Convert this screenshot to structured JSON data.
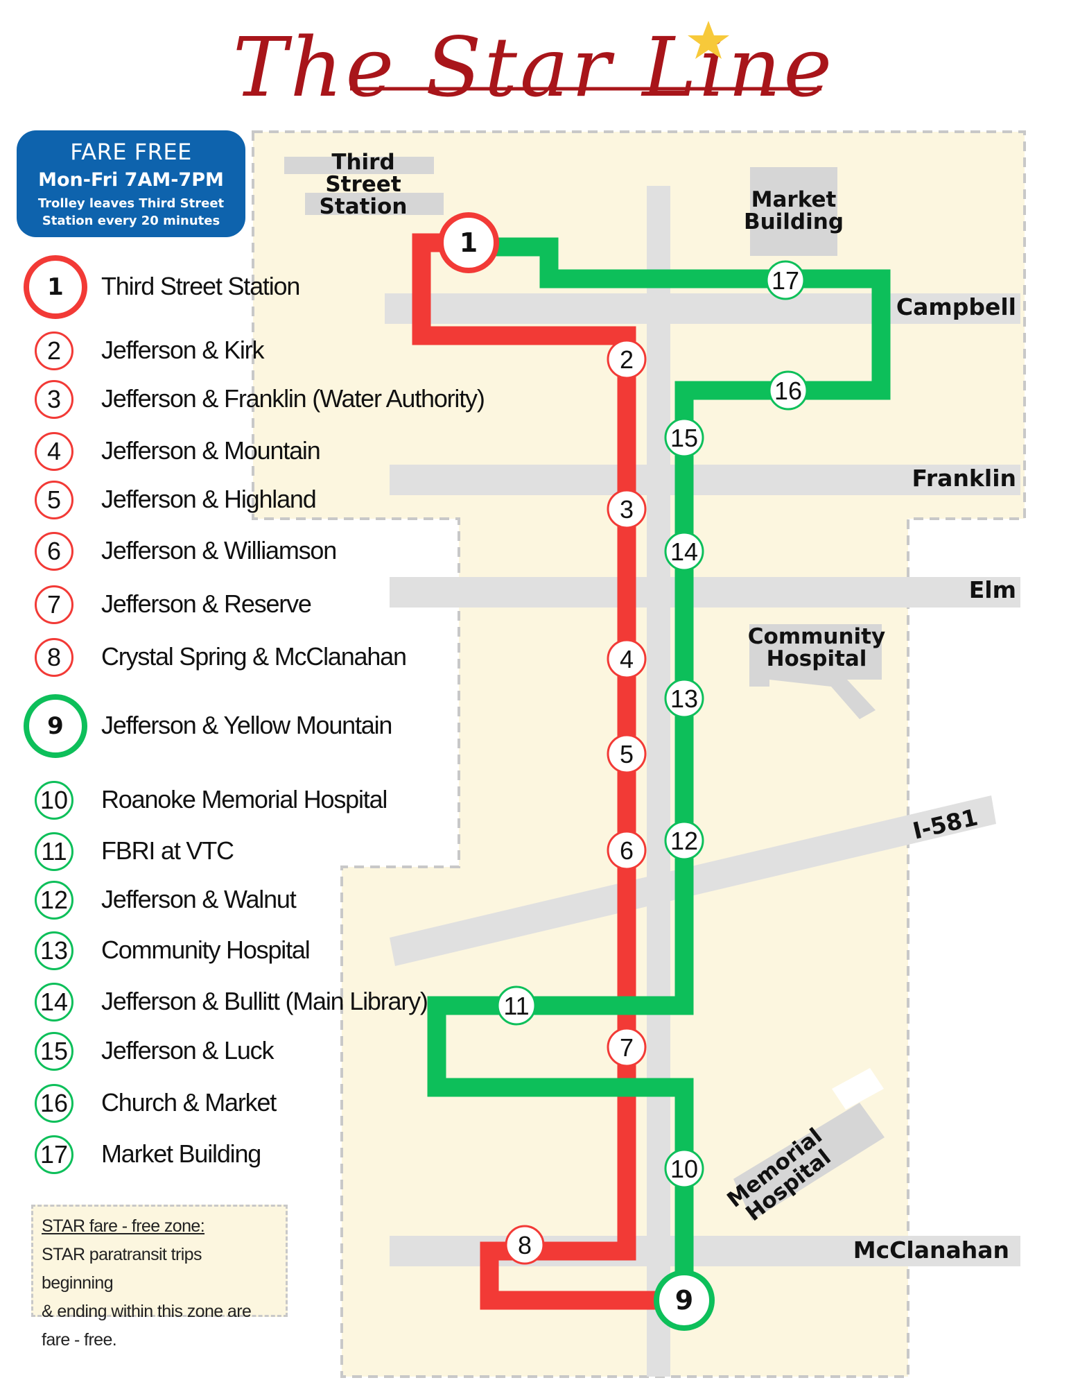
{
  "title": "The Star Line",
  "colors": {
    "red_route": "#f23a36",
    "green_route": "#0dbf5a",
    "zone_fill": "#fcf6df",
    "road": "#e0e0e0",
    "fare_box": "#0e63ad",
    "star": "#f7c93a",
    "title": "#a8151a"
  },
  "fare_box": {
    "line1": "FARE FREE",
    "line2": "Mon-Fri  7AM-7PM",
    "line3a": "Trolley leaves Third Street",
    "line3b": "Station every 20 minutes"
  },
  "roads": {
    "campbell": "Campbell",
    "franklin": "Franklin",
    "elm": "Elm",
    "mcclanahan": "McClanahan",
    "i581": "I-581"
  },
  "buildings": {
    "third_street_1": "Third",
    "third_street_2": "Street",
    "third_street_3": "Station",
    "market_1": "Market",
    "market_2": "Building",
    "community_1": "Community",
    "community_2": "Hospital",
    "memorial_1": "Memorial",
    "memorial_2": "Hospital"
  },
  "stops": [
    {
      "num": "1",
      "name": "Third Street Station",
      "route": "red",
      "hub": true
    },
    {
      "num": "2",
      "name": "Jefferson & Kirk",
      "route": "red"
    },
    {
      "num": "3",
      "name": "Jefferson & Franklin (Water Authority)",
      "route": "red"
    },
    {
      "num": "4",
      "name": "Jefferson & Mountain",
      "route": "red"
    },
    {
      "num": "5",
      "name": "Jefferson & Highland",
      "route": "red"
    },
    {
      "num": "6",
      "name": "Jefferson & Williamson",
      "route": "red"
    },
    {
      "num": "7",
      "name": "Jefferson & Reserve",
      "route": "red"
    },
    {
      "num": "8",
      "name": "Crystal Spring & McClanahan",
      "route": "red"
    },
    {
      "num": "9",
      "name": "Jefferson & Yellow Mountain",
      "route": "green",
      "hub": true
    },
    {
      "num": "10",
      "name": "Roanoke Memorial Hospital",
      "route": "green"
    },
    {
      "num": "11",
      "name": "FBRI at VTC",
      "route": "green"
    },
    {
      "num": "12",
      "name": "Jefferson & Walnut",
      "route": "green"
    },
    {
      "num": "13",
      "name": "Community Hospital",
      "route": "green"
    },
    {
      "num": "14",
      "name": "Jefferson & Bullitt (Main Library)",
      "route": "green"
    },
    {
      "num": "15",
      "name": "Jefferson & Luck",
      "route": "green"
    },
    {
      "num": "16",
      "name": "Church & Market",
      "route": "green"
    },
    {
      "num": "17",
      "name": "Market Building",
      "route": "green"
    }
  ],
  "zone_note": {
    "title": "STAR fare - free zone:",
    "line1": "STAR paratransit trips beginning",
    "line2": "& ending within this zone are",
    "line3": "fare - free."
  }
}
